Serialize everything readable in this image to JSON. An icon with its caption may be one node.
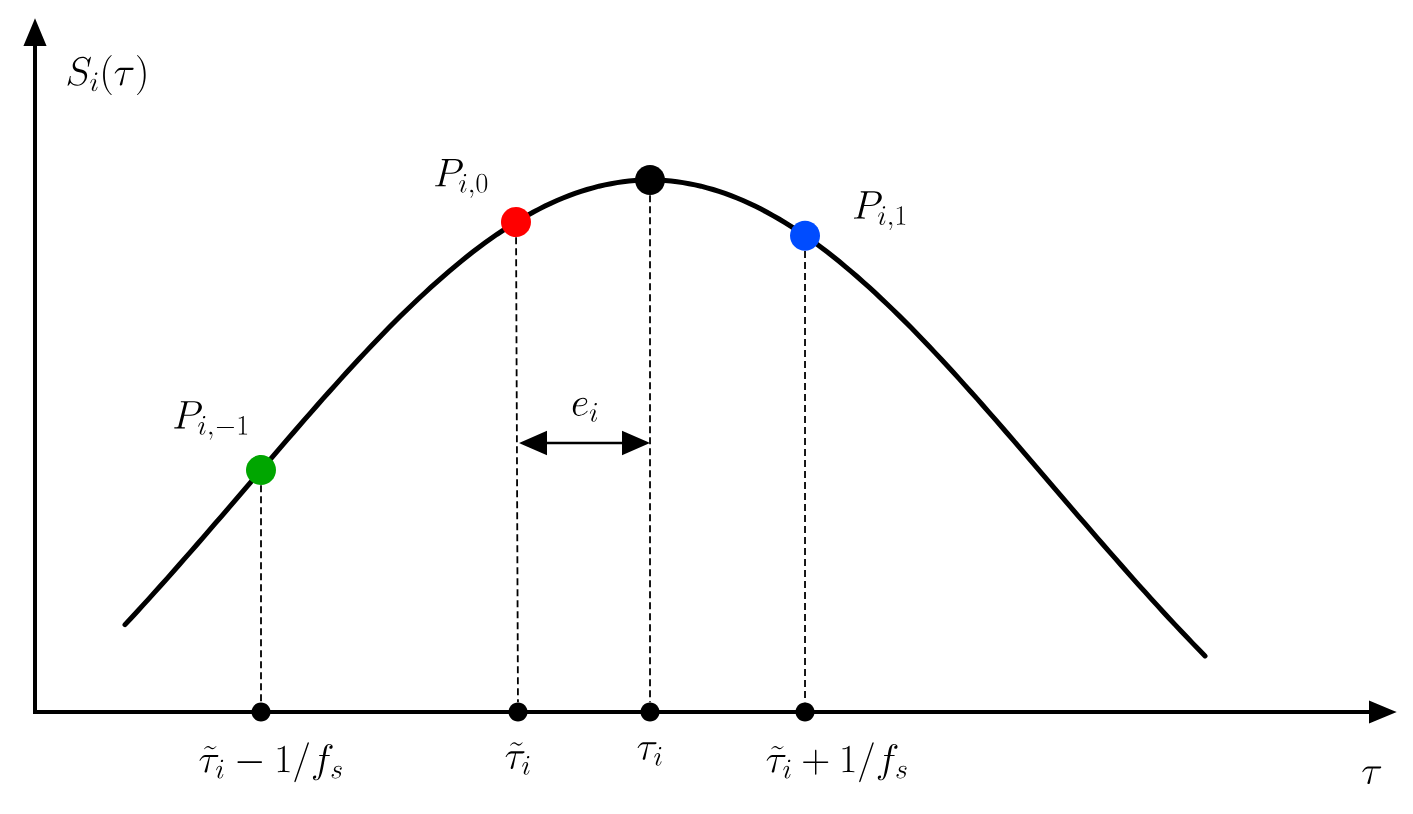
{
  "diagram": {
    "nodes": [
      {
        "text": [],
        "shape": "circle",
        "beside": [
          "P_{i,-1}"
        ]
      },
      {
        "text": [],
        "shape": "circle",
        "beside": [
          "P_{i,0}"
        ]
      },
      {
        "text": [],
        "shape": "circle"
      },
      {
        "text": [],
        "shape": "circle",
        "beside": [
          "P_{i,1}"
        ]
      },
      {
        "text": [],
        "shape": "circle",
        "beside": [
          "\\tilde{\\tau}_{i}-1/f_{s}"
        ]
      },
      {
        "text": [],
        "shape": "circle",
        "beside": [
          "\\tilde{\\tau}_{i}"
        ]
      },
      {
        "text": [],
        "shape": "circle",
        "beside": [
          "\\tau_{i}"
        ]
      },
      {
        "text": [],
        "shape": "circle",
        "beside": [
          "\\tilde{\\tau}_{i}+1/f_{s}"
        ]
      }
    ],
    "edges": [
      {
        "from": 0,
        "to": 4,
        "arrow": "none",
        "style": "dashed"
      },
      {
        "from": 1,
        "to": 5,
        "arrow": "none",
        "style": "dashed"
      },
      {
        "from": 2,
        "to": 6,
        "arrow": "none",
        "style": "dashed"
      },
      {
        "from": 3,
        "to": 7,
        "arrow": "none",
        "style": "dashed"
      }
    ],
    "labels": [
      "S_{i}(\\tau)",
      "e_{i}",
      "\\tau"
    ]
  }
}
